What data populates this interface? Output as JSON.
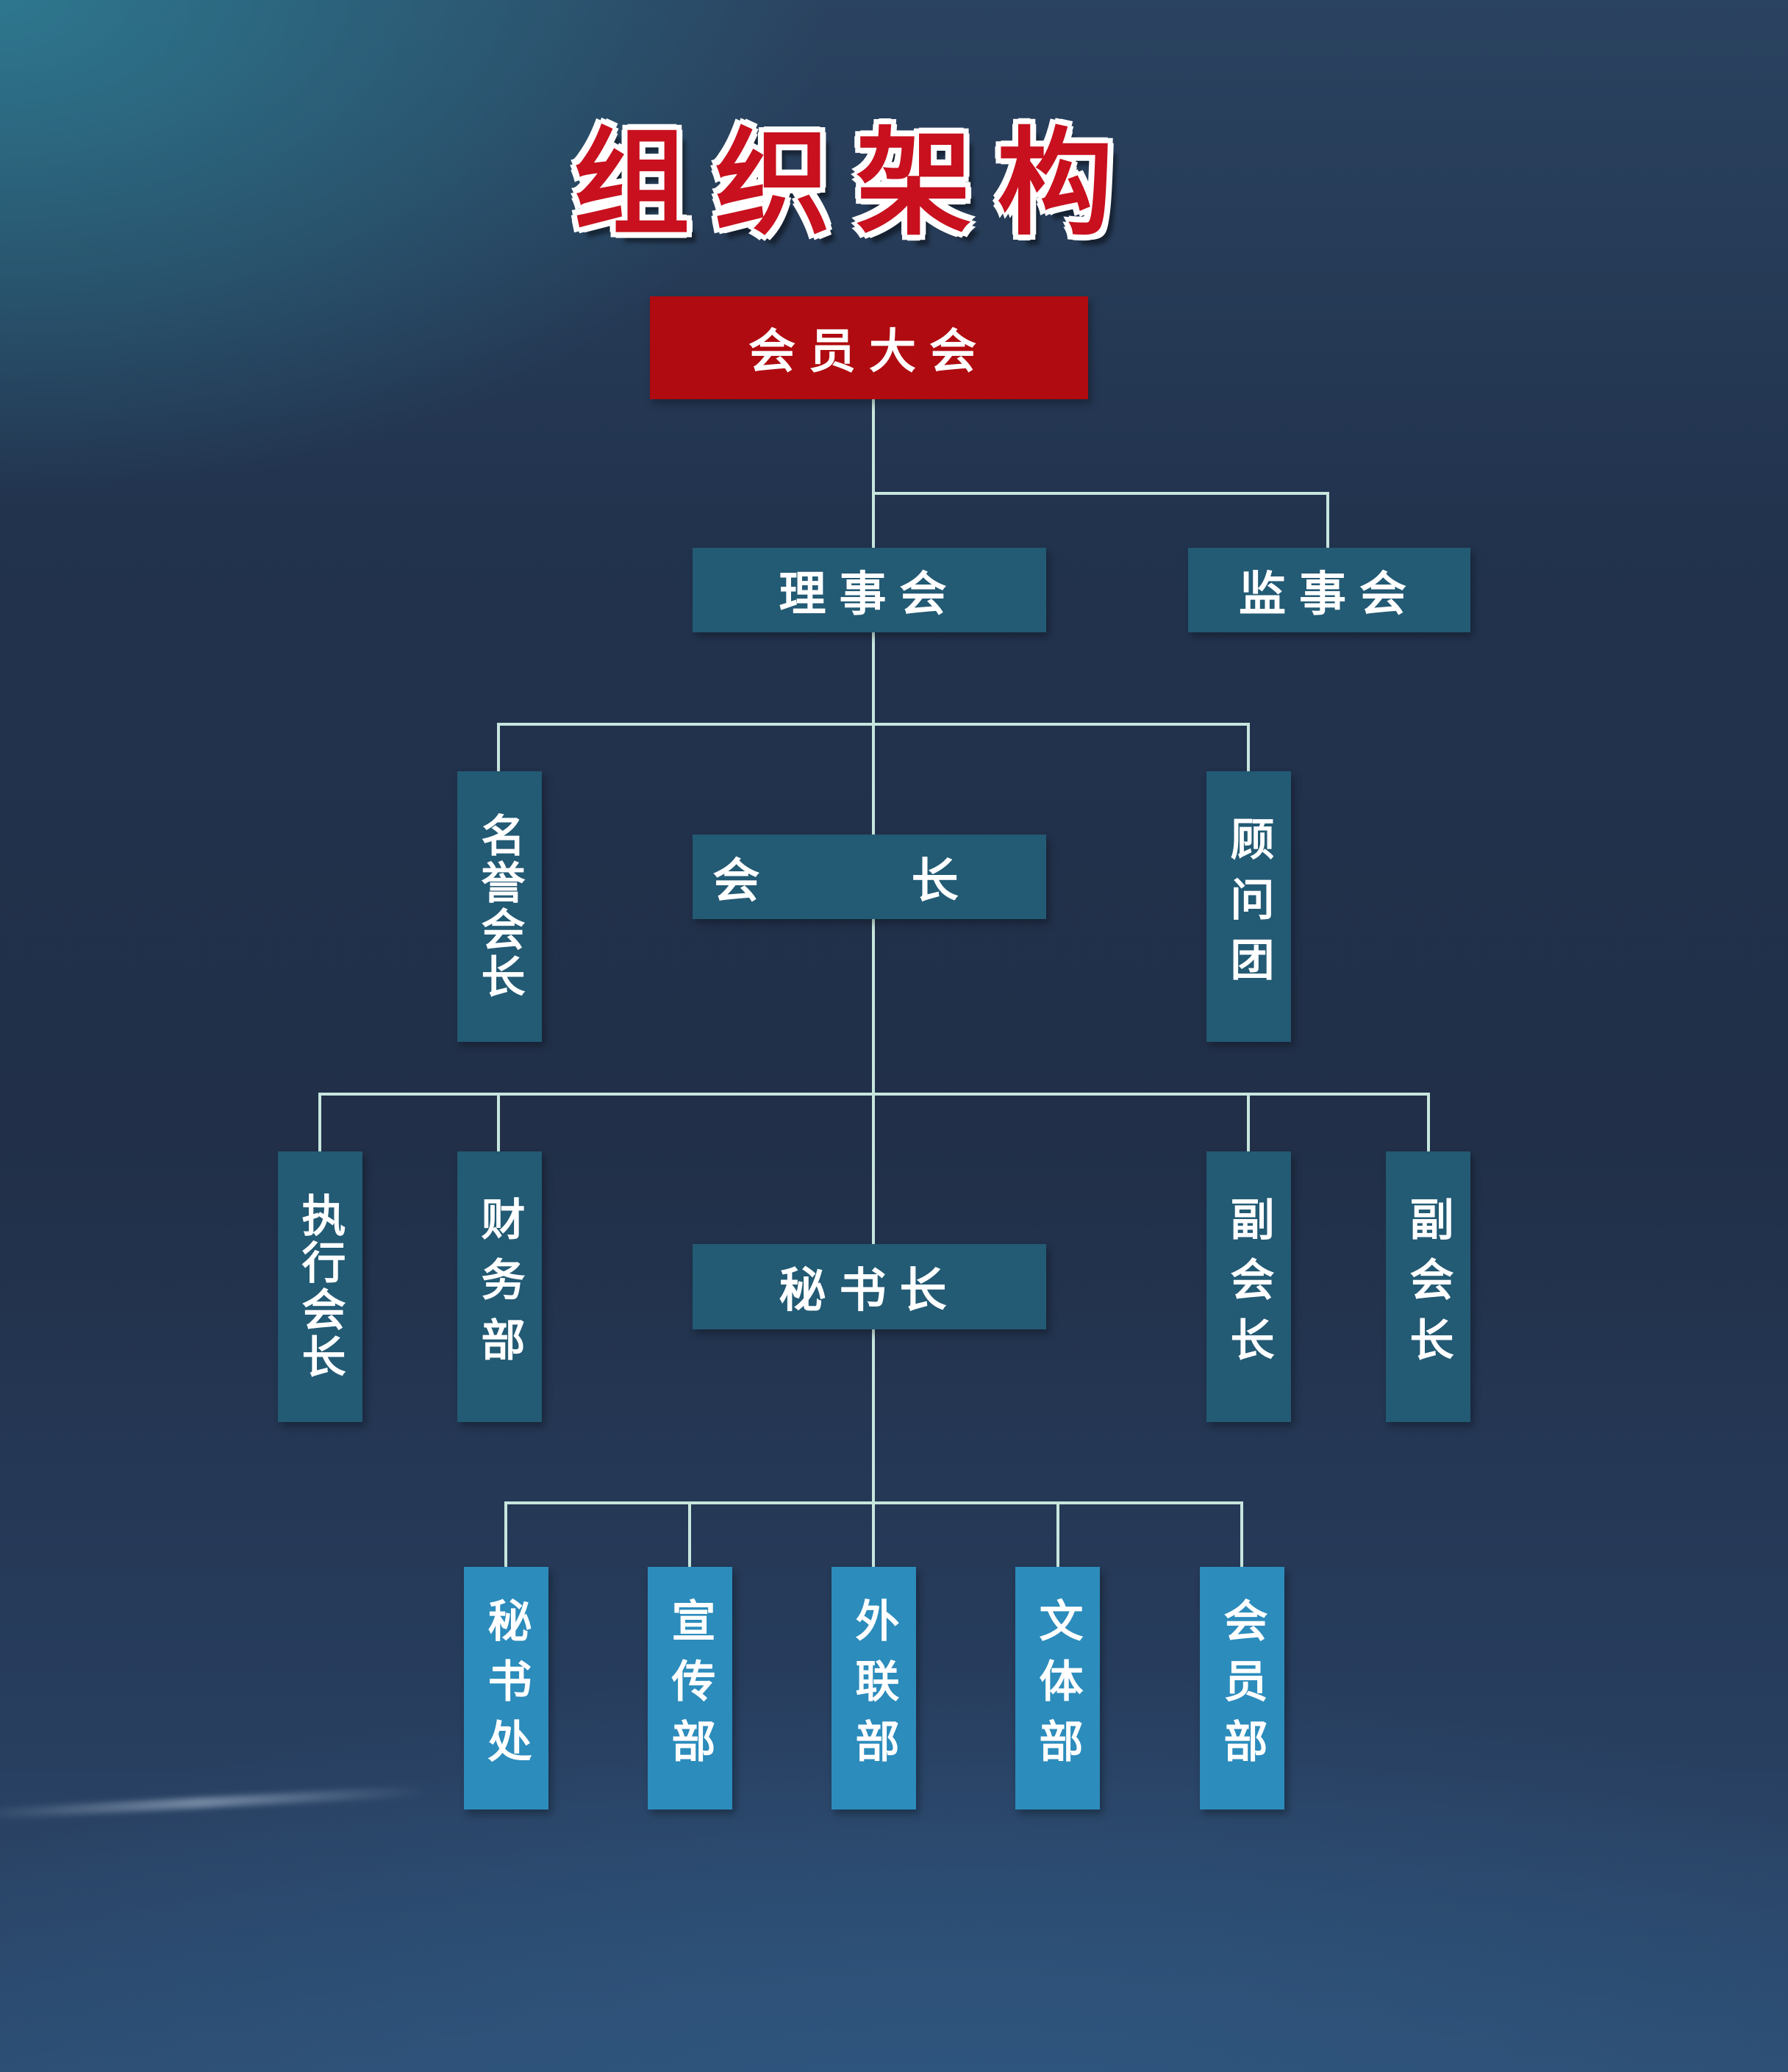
{
  "title": "组织架构",
  "nodes": {
    "assembly": "会员大会",
    "council": "理事会",
    "supervisory": "监事会",
    "president": "会 长",
    "honorary_president": "名誉会长",
    "advisory_group": "顾问团",
    "executive_president": "执行会长",
    "finance_dept": "财务部",
    "vice_president_1": "副会长",
    "vice_president_2": "副会长",
    "secretary_general": "秘书长",
    "secretariat": "秘书处",
    "publicity_dept": "宣传部",
    "liaison_dept": "外联部",
    "culture_sports_dept": "文体部",
    "membership_dept": "会员部"
  },
  "colors": {
    "title_red": "#c8101e",
    "top_box": "#af0b10",
    "mid_box": "#235a74",
    "dept_box": "#2c8cbc",
    "connector": "#c7e6de"
  }
}
